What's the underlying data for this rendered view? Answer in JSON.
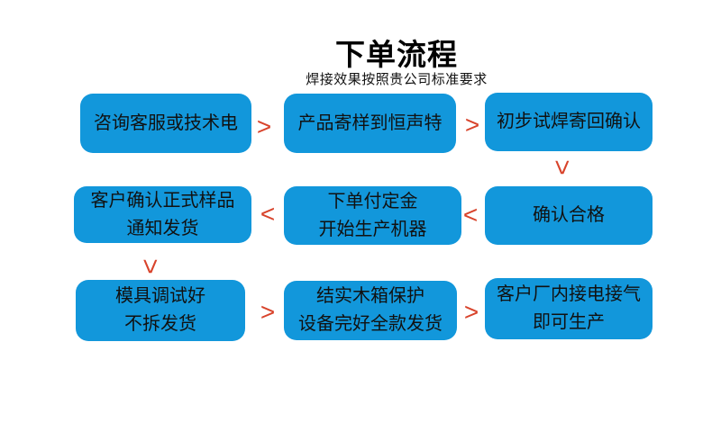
{
  "header": {
    "title": "下单流程",
    "subtitle": "焊接效果按照贵公司标准要求"
  },
  "colors": {
    "box_fill": "#1297db",
    "box_text": "#111111",
    "arrow": "#d8432b",
    "title_text": "#000000",
    "background": "#ffffff"
  },
  "glyphs": {
    "arrow_right": ">",
    "arrow_left": "<",
    "arrow_down": ">"
  },
  "flow": {
    "steps": [
      {
        "order": 1,
        "row": 1,
        "col": 1,
        "lines": [
          "咨询客服或技术电"
        ]
      },
      {
        "order": 2,
        "row": 1,
        "col": 2,
        "lines": [
          "产品寄样到恒声特"
        ]
      },
      {
        "order": 3,
        "row": 1,
        "col": 3,
        "lines": [
          "初步试焊寄回确认"
        ]
      },
      {
        "order": 4,
        "row": 2,
        "col": 3,
        "lines": [
          "确认合格"
        ]
      },
      {
        "order": 5,
        "row": 2,
        "col": 2,
        "lines": [
          "下单付定金",
          "开始生产机器"
        ]
      },
      {
        "order": 6,
        "row": 2,
        "col": 1,
        "lines": [
          "客户确认正式样品",
          "通知发货"
        ]
      },
      {
        "order": 7,
        "row": 3,
        "col": 1,
        "lines": [
          "模具调试好",
          "不拆发货"
        ]
      },
      {
        "order": 8,
        "row": 3,
        "col": 2,
        "lines": [
          "结实木箱保护",
          "设备完好全款发货"
        ]
      },
      {
        "order": 9,
        "row": 3,
        "col": 3,
        "lines": [
          "客户厂内接电接气",
          "即可生产"
        ]
      }
    ],
    "arrows": [
      {
        "from": 1,
        "to": 2,
        "direction": "right"
      },
      {
        "from": 2,
        "to": 3,
        "direction": "right"
      },
      {
        "from": 3,
        "to": 4,
        "direction": "down"
      },
      {
        "from": 4,
        "to": 5,
        "direction": "left"
      },
      {
        "from": 5,
        "to": 6,
        "direction": "left"
      },
      {
        "from": 6,
        "to": 7,
        "direction": "down"
      },
      {
        "from": 7,
        "to": 8,
        "direction": "right"
      },
      {
        "from": 8,
        "to": 9,
        "direction": "right"
      }
    ]
  }
}
